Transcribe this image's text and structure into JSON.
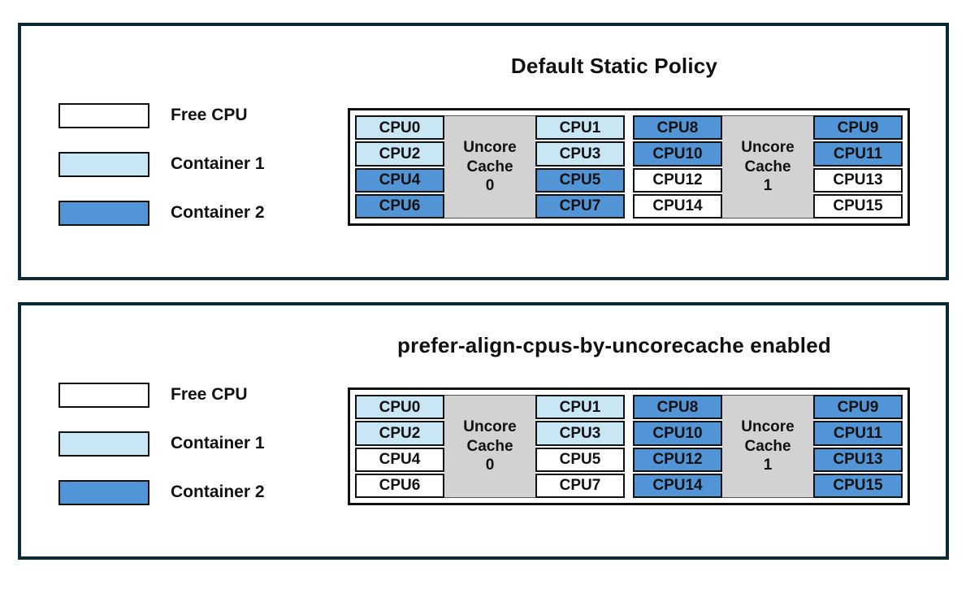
{
  "colors": {
    "free": "#FFFFFF",
    "container1": "#C9E6F5",
    "container2": "#5295D6",
    "cache_bg": "#D2D2D2",
    "panel_border": "#0A2836",
    "line": "#111111",
    "text": "#111111"
  },
  "legend": {
    "items": [
      {
        "label": "Free CPU",
        "state": "free"
      },
      {
        "label": "Container 1",
        "state": "container1"
      },
      {
        "label": "Container 2",
        "state": "container2"
      }
    ]
  },
  "panels": [
    {
      "title": "Default Static Policy",
      "groups": [
        {
          "cache_label_lines": [
            "Uncore",
            "Cache",
            "0"
          ],
          "left_cpus": [
            {
              "label": "CPU0",
              "state": "container1"
            },
            {
              "label": "CPU2",
              "state": "container1"
            },
            {
              "label": "CPU4",
              "state": "container2"
            },
            {
              "label": "CPU6",
              "state": "container2"
            }
          ],
          "right_cpus": [
            {
              "label": "CPU1",
              "state": "container1"
            },
            {
              "label": "CPU3",
              "state": "container1"
            },
            {
              "label": "CPU5",
              "state": "container2"
            },
            {
              "label": "CPU7",
              "state": "container2"
            }
          ]
        },
        {
          "cache_label_lines": [
            "Uncore",
            "Cache",
            "1"
          ],
          "left_cpus": [
            {
              "label": "CPU8",
              "state": "container2"
            },
            {
              "label": "CPU10",
              "state": "container2"
            },
            {
              "label": "CPU12",
              "state": "free"
            },
            {
              "label": "CPU14",
              "state": "free"
            }
          ],
          "right_cpus": [
            {
              "label": "CPU9",
              "state": "container2"
            },
            {
              "label": "CPU11",
              "state": "container2"
            },
            {
              "label": "CPU13",
              "state": "free"
            },
            {
              "label": "CPU15",
              "state": "free"
            }
          ]
        }
      ]
    },
    {
      "title": "prefer-align-cpus-by-uncorecache enabled",
      "groups": [
        {
          "cache_label_lines": [
            "Uncore",
            "Cache",
            "0"
          ],
          "left_cpus": [
            {
              "label": "CPU0",
              "state": "container1"
            },
            {
              "label": "CPU2",
              "state": "container1"
            },
            {
              "label": "CPU4",
              "state": "free"
            },
            {
              "label": "CPU6",
              "state": "free"
            }
          ],
          "right_cpus": [
            {
              "label": "CPU1",
              "state": "container1"
            },
            {
              "label": "CPU3",
              "state": "container1"
            },
            {
              "label": "CPU5",
              "state": "free"
            },
            {
              "label": "CPU7",
              "state": "free"
            }
          ]
        },
        {
          "cache_label_lines": [
            "Uncore",
            "Cache",
            "1"
          ],
          "left_cpus": [
            {
              "label": "CPU8",
              "state": "container2"
            },
            {
              "label": "CPU10",
              "state": "container2"
            },
            {
              "label": "CPU12",
              "state": "container2"
            },
            {
              "label": "CPU14",
              "state": "container2"
            }
          ],
          "right_cpus": [
            {
              "label": "CPU9",
              "state": "container2"
            },
            {
              "label": "CPU11",
              "state": "container2"
            },
            {
              "label": "CPU13",
              "state": "container2"
            },
            {
              "label": "CPU15",
              "state": "container2"
            }
          ]
        }
      ]
    }
  ]
}
